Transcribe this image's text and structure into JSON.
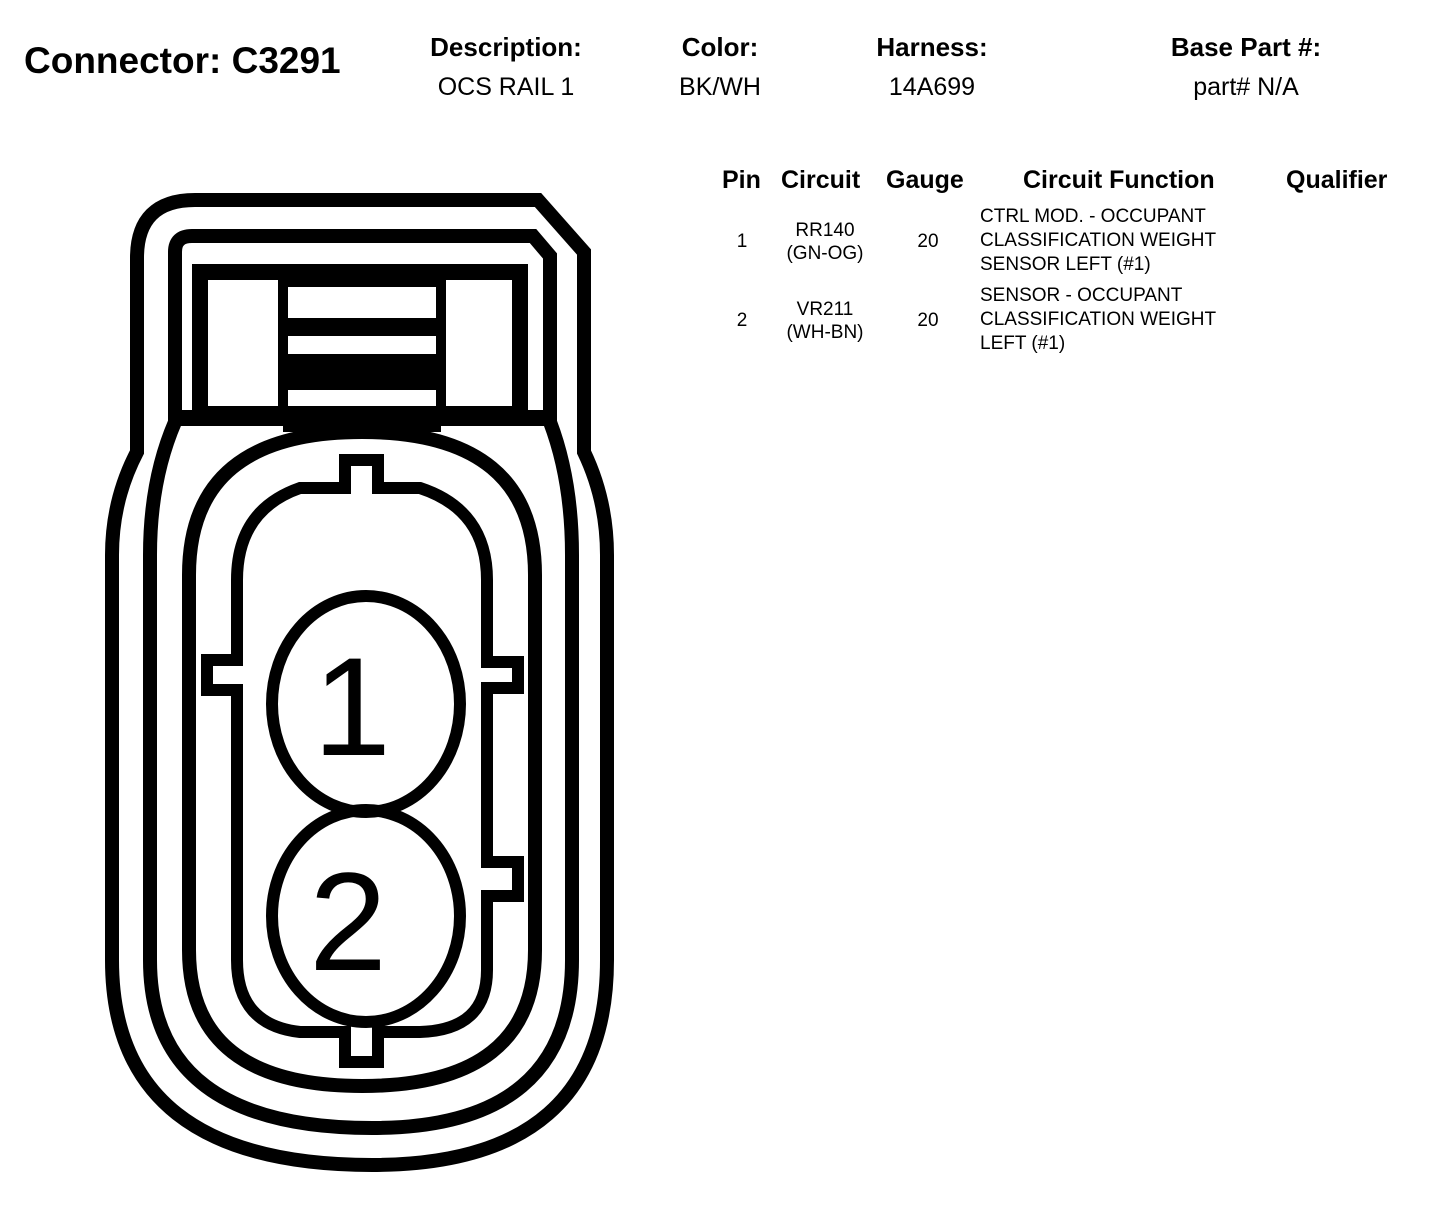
{
  "connector": {
    "title": "Connector: C3291"
  },
  "fields": {
    "description": {
      "label": "Description:",
      "value": "OCS RAIL 1"
    },
    "color": {
      "label": "Color:",
      "value": "BK/WH"
    },
    "harness": {
      "label": "Harness:",
      "value": "14A699"
    },
    "base_part": {
      "label": "Base Part #:",
      "value": "part# N/A"
    }
  },
  "table": {
    "headers": {
      "pin": "Pin",
      "circuit": "Circuit",
      "gauge": "Gauge",
      "function": "Circuit Function",
      "qualifier": "Qualifier"
    },
    "rows": [
      {
        "pin": "1",
        "circuit_1": "RR140",
        "circuit_2": "(GN-OG)",
        "gauge": "20",
        "function_1": "CTRL MOD. - OCCUPANT",
        "function_2": "CLASSIFICATION WEIGHT",
        "function_3": "SENSOR LEFT (#1)",
        "qualifier": ""
      },
      {
        "pin": "2",
        "circuit_1": "VR211",
        "circuit_2": "(WH-BN)",
        "gauge": "20",
        "function_1": "SENSOR - OCCUPANT",
        "function_2": "CLASSIFICATION WEIGHT",
        "function_3": "LEFT (#1)",
        "qualifier": ""
      }
    ]
  },
  "diagram": {
    "pins": [
      {
        "label": "1"
      },
      {
        "label": "2"
      }
    ]
  }
}
